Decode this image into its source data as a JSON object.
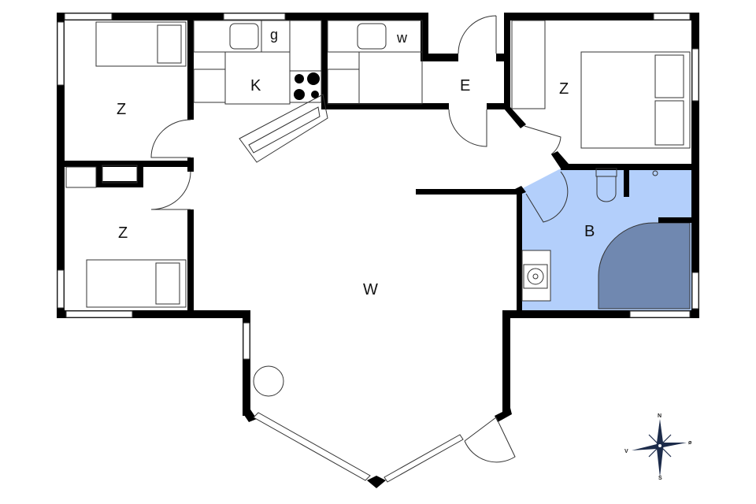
{
  "plan": {
    "type": "floor-plan",
    "colors": {
      "wall": "#000000",
      "bathroom_fill": "#b3cffb",
      "shower_fill": "#7088b0",
      "background": "#ffffff",
      "compass": "#1c2b4a"
    },
    "rooms": [
      {
        "id": "bedroom-nw",
        "label": "Z"
      },
      {
        "id": "kitchen",
        "label": "K"
      },
      {
        "id": "dishwasher",
        "label": "g"
      },
      {
        "id": "washer",
        "label": "w"
      },
      {
        "id": "entrance",
        "label": "E"
      },
      {
        "id": "bedroom-ne",
        "label": "Z"
      },
      {
        "id": "bedroom-sw",
        "label": "Z"
      },
      {
        "id": "bathroom",
        "label": "B"
      },
      {
        "id": "living",
        "label": "W"
      }
    ],
    "compass": {
      "north": "N",
      "south": "S",
      "east": "ø",
      "west": "V"
    }
  }
}
